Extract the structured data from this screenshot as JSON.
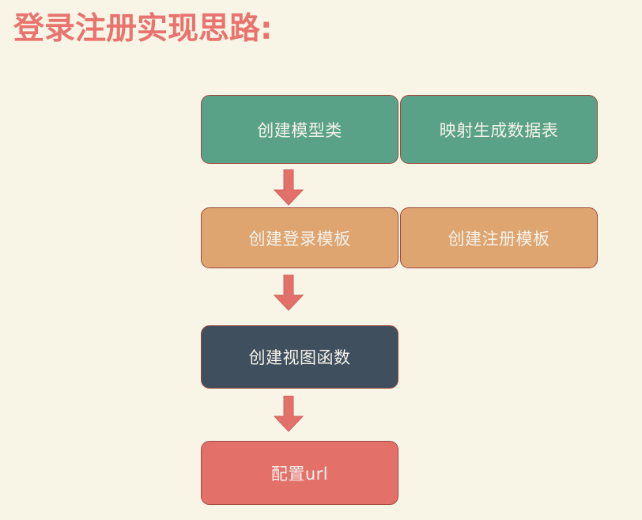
{
  "page": {
    "title": "登录注册实现思路:",
    "background_color": "#f9f5e6",
    "title_color": "#e9736e"
  },
  "palette": {
    "green": "#5aa287",
    "tan": "#dfa571",
    "slate": "#3f4f5d",
    "salmon": "#e4706a",
    "border": "#9e4a42",
    "arrow": "#e4706a",
    "node_text": "#f4f2ea"
  },
  "flow": {
    "rows": [
      {
        "nodes": [
          {
            "label": "创建模型类",
            "color": "green"
          },
          {
            "label": "映射生成数据表",
            "color": "green"
          }
        ]
      },
      {
        "nodes": [
          {
            "label": "创建登录模板",
            "color": "tan"
          },
          {
            "label": "创建注册模板",
            "color": "tan"
          }
        ]
      },
      {
        "nodes": [
          {
            "label": "创建视图函数",
            "color": "slate"
          }
        ]
      },
      {
        "nodes": [
          {
            "label": "配置url",
            "color": "salmon"
          }
        ]
      }
    ],
    "arrows": [
      {
        "name": "arrow-down-icon",
        "direction": "down"
      },
      {
        "name": "arrow-down-icon",
        "direction": "down"
      },
      {
        "name": "arrow-down-icon",
        "direction": "down"
      }
    ]
  }
}
